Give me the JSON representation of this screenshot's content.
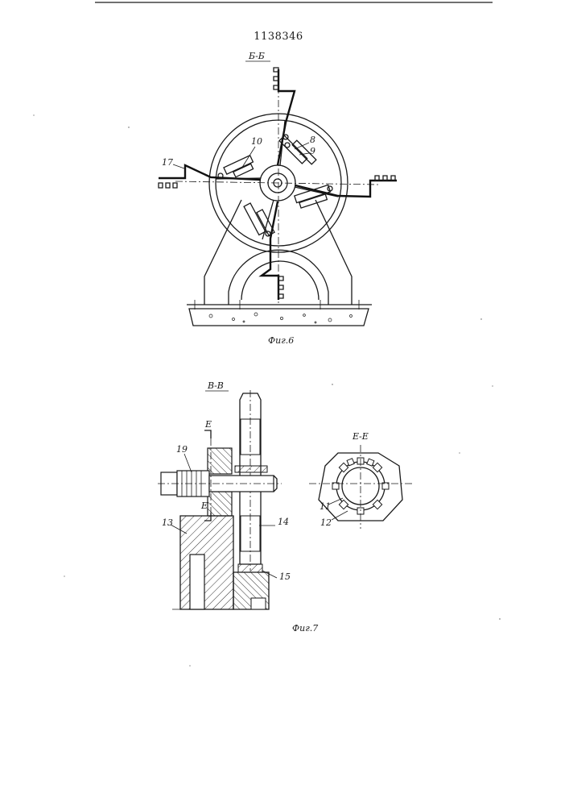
{
  "patent_number": "1138346",
  "figure6": {
    "section_label": "Б-Б",
    "caption": "Фиг.6",
    "callouts": {
      "c8": "8",
      "c9": "9",
      "c10": "10",
      "c17": "17"
    }
  },
  "figure7": {
    "section_label": "В-В",
    "caption": "Фиг.7",
    "cut_letter_top": "Е",
    "cut_letter_bottom": "Е",
    "detail_label": "Е-Е",
    "callouts": {
      "c11": "11",
      "c12": "12",
      "c13": "13",
      "c14": "14",
      "c15": "15",
      "c19": "19"
    }
  }
}
